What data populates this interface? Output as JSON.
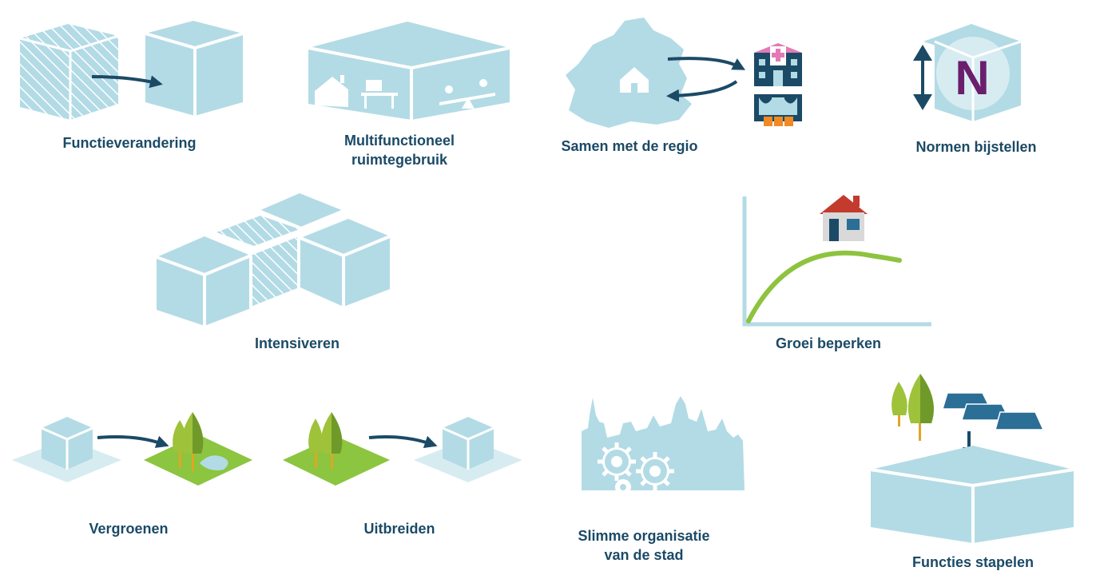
{
  "labels": {
    "functieverandering": "Functieverandering",
    "multifunctioneel_line1": "Multifunctioneel",
    "multifunctioneel_line2": "ruimtegebruik",
    "samen_met_de_regio": "Samen met de regio",
    "normen_bijstellen": "Normen bijstellen",
    "intensiveren": "Intensiveren",
    "groei_beperken": "Groei beperken",
    "vergroenen": "Vergroenen",
    "uitbreiden": "Uitbreiden",
    "slimme_line1": "Slimme organisatie",
    "slimme_line2": "van de stad",
    "functies_stapelen": "Functies stapelen"
  },
  "norm_letter": "N",
  "icons": [
    "cube-icon",
    "arrow-icon",
    "hatched-cube-icon",
    "building-icon",
    "house-icon",
    "hospital-icon",
    "theater-icon",
    "region-map-icon",
    "up-down-arrow-icon",
    "tree-icon",
    "solar-panel-icon",
    "gear-icon",
    "skyline-icon",
    "growth-curve-icon"
  ],
  "colors": {
    "text": "#1b4a66",
    "cube_light": "#b3dbe5",
    "cube_pale": "#d7ecf1",
    "arrow": "#1b4a66",
    "grass": "#8cc53f",
    "tree_light": "#9ec23a",
    "tree_dark": "#6f9a2a",
    "curve": "#8ec33f",
    "norm_letter": "#6b1e6e",
    "hospital_roof": "#e37ab5",
    "house_roof": "#c23b2d",
    "stage_orange": "#f08a24",
    "solar": "#2b6e96"
  }
}
